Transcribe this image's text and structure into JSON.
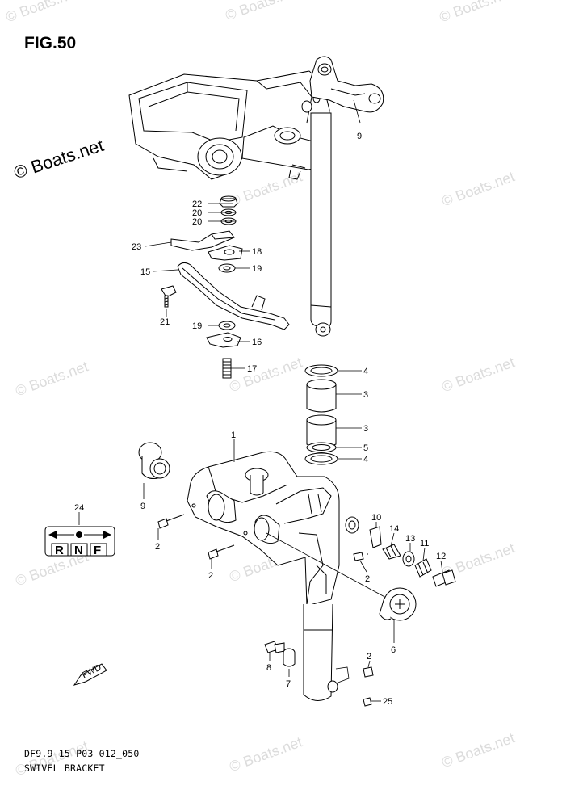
{
  "figure": {
    "title": "FIG.50",
    "code": "DF9.9 15 P03 012_050",
    "name": "SWIVEL BRACKET"
  },
  "watermark": {
    "text": "Boats.net",
    "symbol": "©"
  },
  "shift_indicator": {
    "letters": [
      "R",
      "N",
      "F"
    ]
  },
  "front_arrow_label": "FWD",
  "callouts": {
    "c1": "1",
    "c2a": "2",
    "c2b": "2",
    "c2c": "2",
    "c2d": "2",
    "c3a": "3",
    "c3b": "3",
    "c4a": "4",
    "c4b": "4",
    "c5": "5",
    "c6": "6",
    "c7": "7",
    "c8": "8",
    "c9a": "9",
    "c9b": "9",
    "c10": "10",
    "c11": "11",
    "c12": "12",
    "c13": "13",
    "c14": "14",
    "c15": "15",
    "c16": "16",
    "c17": "17",
    "c18": "18",
    "c19a": "19",
    "c19b": "19",
    "c20a": "20",
    "c20b": "20",
    "c21": "21",
    "c22": "22",
    "c23": "23",
    "c24": "24",
    "c25": "25"
  }
}
